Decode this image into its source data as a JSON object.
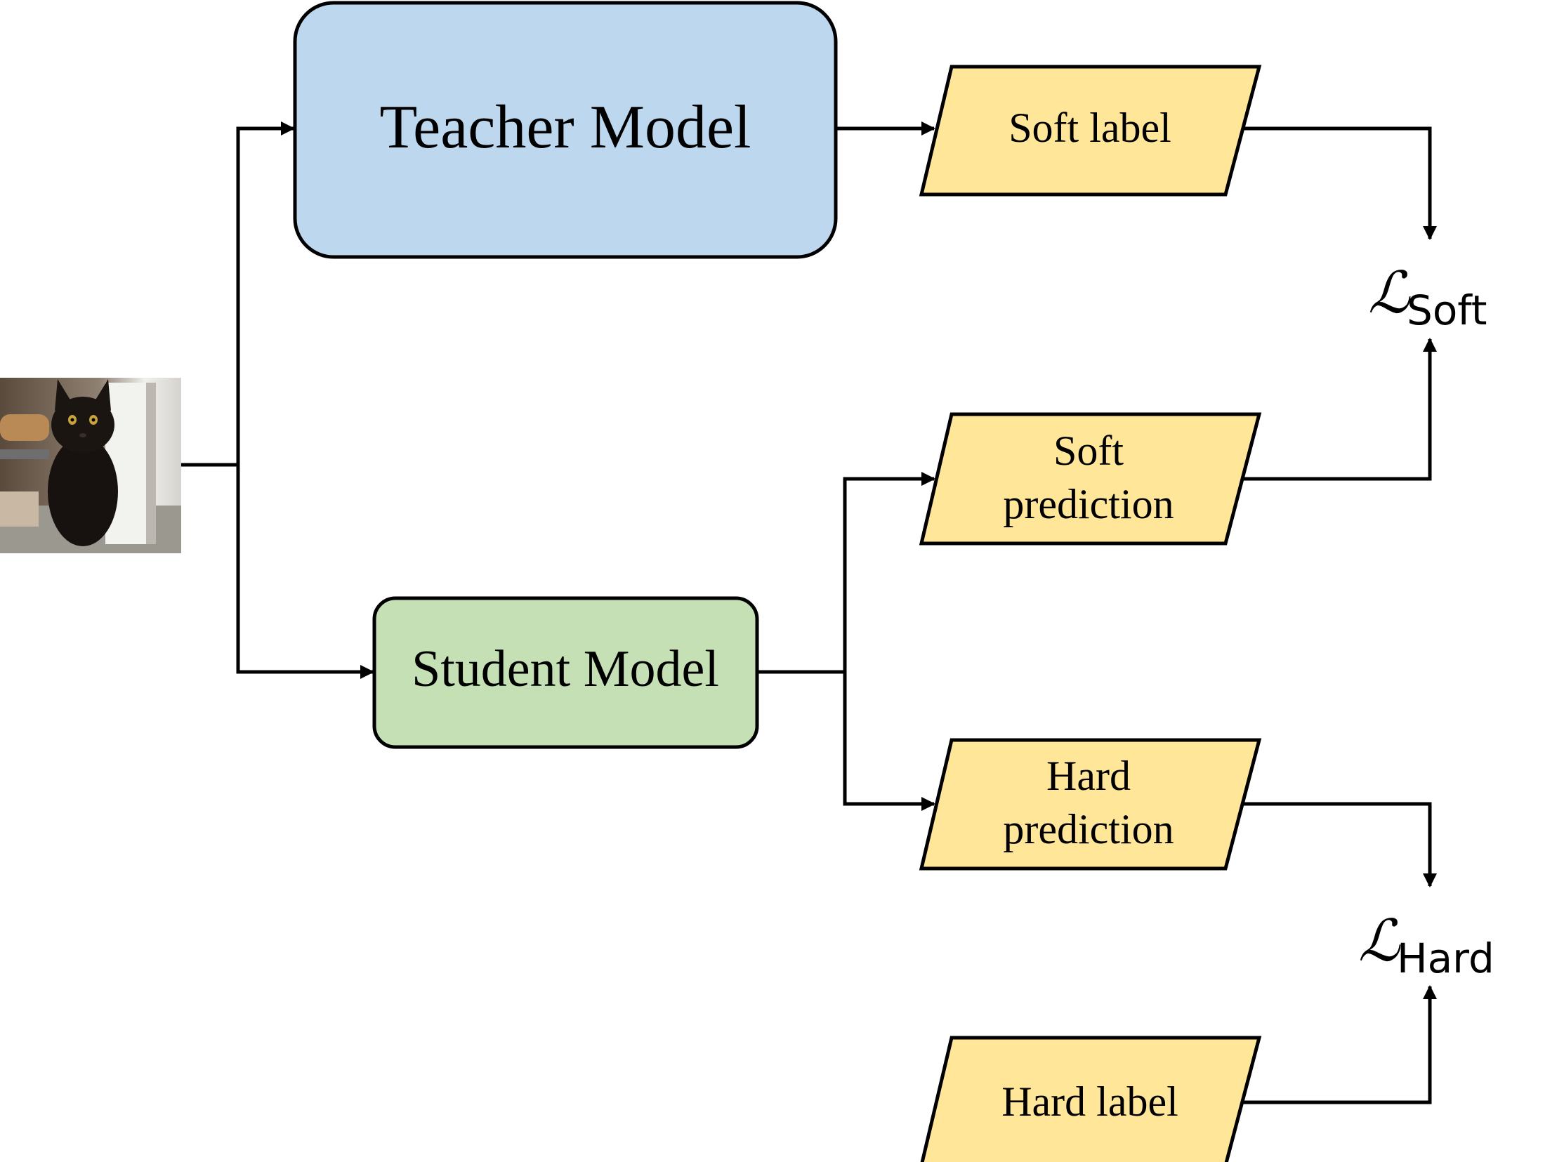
{
  "colors": {
    "teacher_fill": "#bdd7ee",
    "student_fill": "#c5e0b4",
    "output_fill": "#ffe699",
    "stroke": "#000000"
  },
  "input_image": {
    "icon": "black-cat-photo",
    "subject": "black cat"
  },
  "teacher_model": {
    "label": "Teacher Model"
  },
  "student_model": {
    "label": "Student Model"
  },
  "soft_label": {
    "label": "Soft label"
  },
  "soft_prediction": {
    "line1": "Soft",
    "line2": "prediction"
  },
  "hard_prediction": {
    "line1": "Hard",
    "line2": "prediction"
  },
  "hard_label": {
    "label": "Hard label"
  },
  "loss_soft": {
    "symbol": "ℒ",
    "subscript": "Soft"
  },
  "loss_hard": {
    "symbol": "ℒ",
    "subscript": "Hard"
  }
}
